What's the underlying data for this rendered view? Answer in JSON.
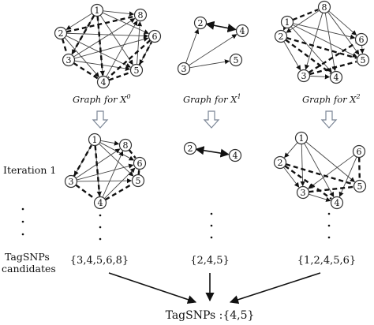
{
  "graphs": {
    "x0": {
      "caption_main": "Graph for X",
      "caption_sup": "0"
    },
    "x1": {
      "caption_main": "Graph for X",
      "caption_sup": "1"
    },
    "x2": {
      "caption_main": "Graph for X",
      "caption_sup": "2"
    }
  },
  "rows": {
    "iteration_label": "Iteration 1",
    "tagsnps_label_line1": "TagSNPs",
    "tagsnps_label_line2": "candidates"
  },
  "candidates": {
    "x0": "{3,4,5,6,8}",
    "x1": "{2,4,5}",
    "x2": "{1,2,4,5,6}"
  },
  "result": "TagSNPs :{4,5}",
  "node_labels": [
    "1",
    "2",
    "3",
    "4",
    "5",
    "6",
    "8"
  ]
}
